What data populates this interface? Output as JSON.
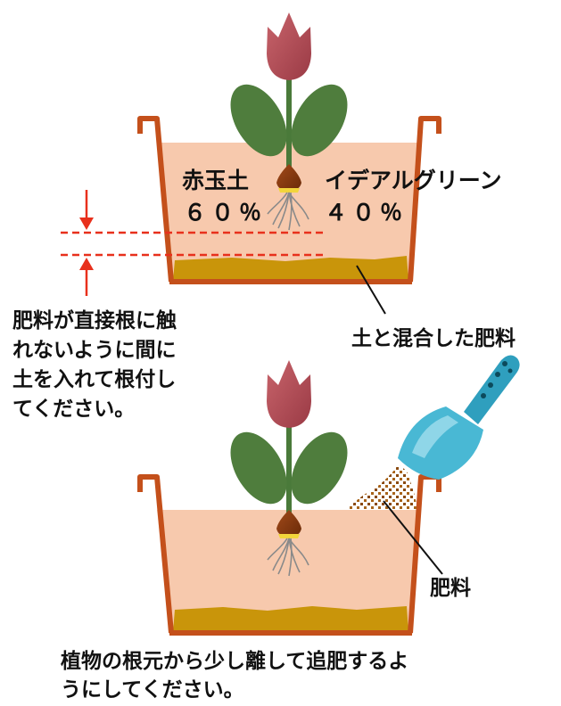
{
  "top_diagram": {
    "soil_left_name": "赤玉土",
    "soil_left_percent": "６０％",
    "soil_right_name": "イデアルグリーン",
    "soil_right_percent": "４０％",
    "fertilizer_label": "土と混合した肥料",
    "gap_note_lines": [
      "肥料が直接根に触",
      "れないように間に",
      "土を入れて根付し",
      "てください。"
    ]
  },
  "bottom_diagram": {
    "fertilizer_label": "肥料",
    "caption_lines": [
      "植物の根元から少し離して追肥するよ",
      "うにしてください。"
    ]
  },
  "colors": {
    "pot_rim": "#c4501b",
    "soil_fill": "#f7c9ad",
    "fertilizer_layer": "#c9950a",
    "leaf": "#4f7d3d",
    "stem": "#4a7a3a",
    "tulip": "#b24b55",
    "bulb": "#8a3a10",
    "arrow_red": "#e8301c",
    "trowel": "#49b8d4"
  }
}
